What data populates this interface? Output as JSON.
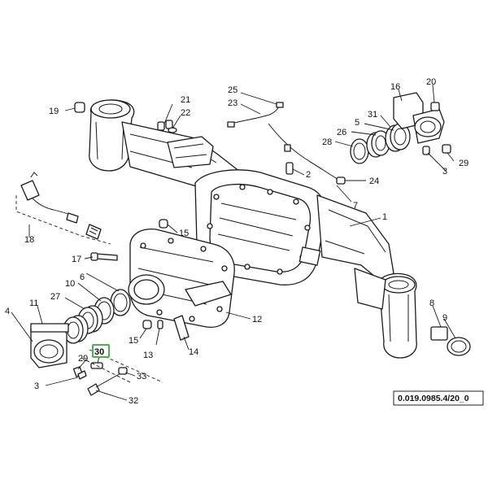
{
  "reference": "0.019.0985.4/20_0",
  "highlight_color": "#4caf50",
  "highlighted_callout": "30",
  "callouts": {
    "c1": "1",
    "c2": "2",
    "c3a": "3",
    "c3b": "3",
    "c4": "4",
    "c5": "5",
    "c6": "6",
    "c7": "7",
    "c8": "8",
    "c9": "9",
    "c10": "10",
    "c11": "11",
    "c12": "12",
    "c13": "13",
    "c14": "14",
    "c15a": "15",
    "c15b": "15",
    "c16": "16",
    "c17": "17",
    "c18": "18",
    "c19": "19",
    "c20": "20",
    "c21": "21",
    "c22": "22",
    "c23": "23",
    "c24": "24",
    "c25": "25",
    "c26": "26",
    "c27": "27",
    "c28": "28",
    "c29a": "29",
    "c29b": "29",
    "c30": "30",
    "c31": "31",
    "c32": "32",
    "c33": "33"
  }
}
